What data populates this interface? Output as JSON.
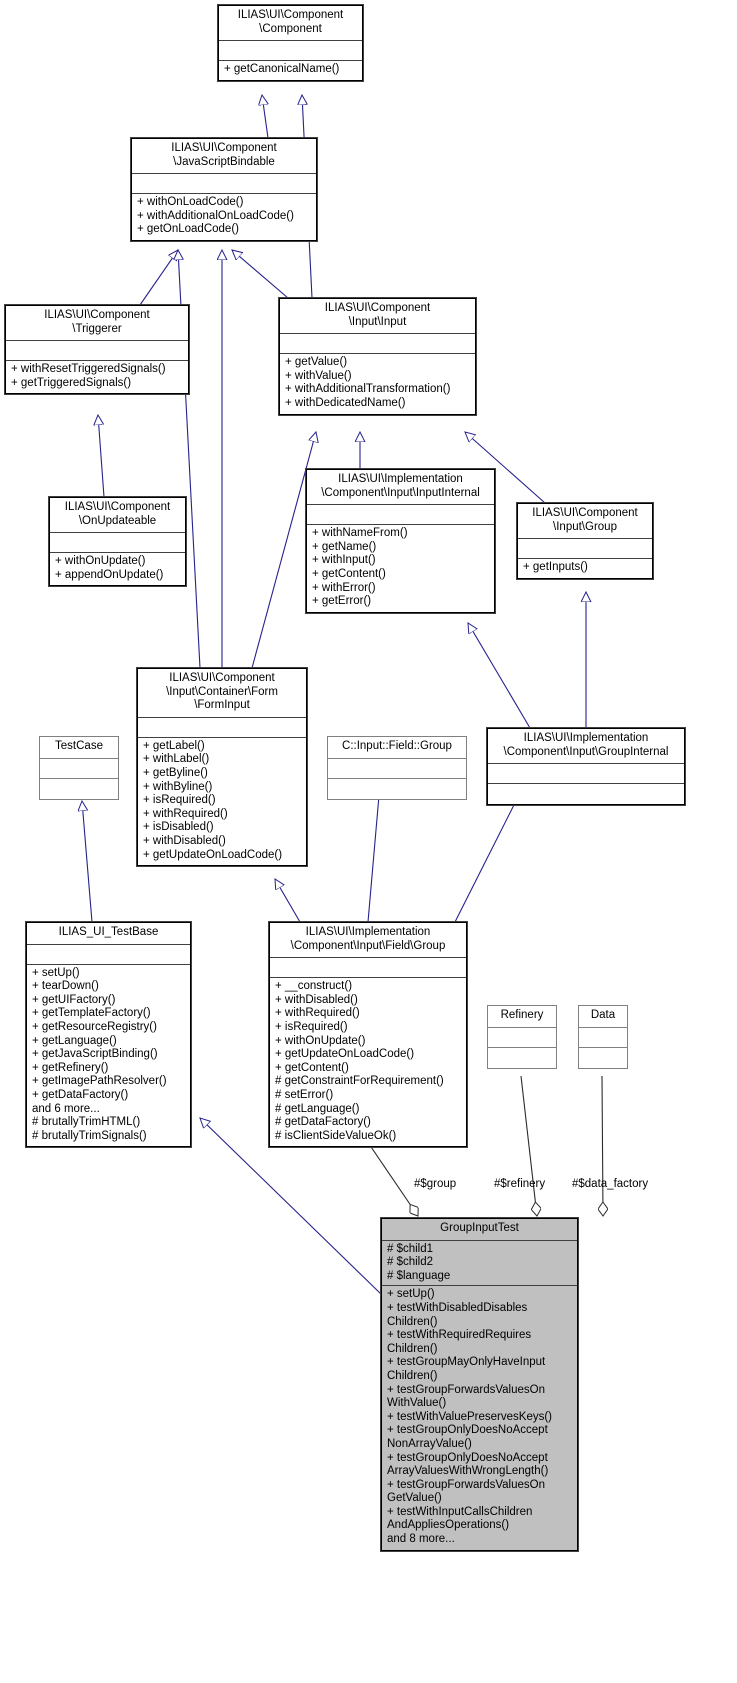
{
  "diagram": {
    "type": "uml-class-inheritance-diagram",
    "title": "GroupInputTest class hierarchy"
  },
  "classes": {
    "component": {
      "name": "ILIAS\\UI\\Component\n\\Component",
      "attributes": "",
      "operations": "+ getCanonicalName()"
    },
    "jsbindable": {
      "name": "ILIAS\\UI\\Component\n\\JavaScriptBindable",
      "attributes": "",
      "operations": "+ withOnLoadCode()\n+ withAdditionalOnLoadCode()\n+ getOnLoadCode()"
    },
    "triggerer": {
      "name": "ILIAS\\UI\\Component\n\\Triggerer",
      "attributes": "",
      "operations": "+ withResetTriggeredSignals()\n+ getTriggeredSignals()"
    },
    "input": {
      "name": "ILIAS\\UI\\Component\n\\Input\\Input",
      "attributes": "",
      "operations": "+ getValue()\n+ withValue()\n+ withAdditionalTransformation()\n+ withDedicatedName()"
    },
    "onupdateable": {
      "name": "ILIAS\\UI\\Component\n\\OnUpdateable",
      "attributes": "",
      "operations": "+ withOnUpdate()\n+ appendOnUpdate()"
    },
    "inputinternal": {
      "name": "ILIAS\\UI\\Implementation\n\\Component\\Input\\InputInternal",
      "attributes": "",
      "operations": "+ withNameFrom()\n+ getName()\n+ withInput()\n+ getContent()\n+ withError()\n+ getError()"
    },
    "componentinputgroup": {
      "name": "ILIAS\\UI\\Component\n\\Input\\Group",
      "attributes": "",
      "operations": "+ getInputs()"
    },
    "forminput": {
      "name": "ILIAS\\UI\\Component\n\\Input\\Container\\Form\n\\FormInput",
      "attributes": "",
      "operations": "+ getLabel()\n+ withLabel()\n+ getByline()\n+ withByline()\n+ isRequired()\n+ withRequired()\n+ isDisabled()\n+ withDisabled()\n+ getUpdateOnLoadCode()"
    },
    "testcase": {
      "name": "TestCase",
      "attributes": "",
      "operations": ""
    },
    "cinputfieldgroup": {
      "name": "C::Input::Field::Group",
      "attributes": "",
      "operations": ""
    },
    "groupinternal": {
      "name": "ILIAS\\UI\\Implementation\n\\Component\\Input\\GroupInternal",
      "attributes": "",
      "operations": ""
    },
    "uitestbase": {
      "name": "ILIAS_UI_TestBase",
      "attributes": "",
      "operations": "+ setUp()\n+ tearDown()\n+ getUIFactory()\n+ getTemplateFactory()\n+ getResourceRegistry()\n+ getLanguage()\n+ getJavaScriptBinding()\n+ getRefinery()\n+ getImagePathResolver()\n+ getDataFactory()\nand 6 more...\n# brutallyTrimHTML()\n# brutallyTrimSignals()"
    },
    "fieldgroup": {
      "name": "ILIAS\\UI\\Implementation\n\\Component\\Input\\Field\\Group",
      "attributes": "",
      "operations": "+ __construct()\n+ withDisabled()\n+ withRequired()\n+ isRequired()\n+ withOnUpdate()\n+ getUpdateOnLoadCode()\n+ getContent()\n# getConstraintForRequirement()\n# setError()\n# getLanguage()\n# getDataFactory()\n# isClientSideValueOk()"
    },
    "refinery": {
      "name": "Refinery",
      "attributes": "",
      "operations": ""
    },
    "datafactory": {
      "name": "Data",
      "attributes": "",
      "operations": ""
    },
    "groupinputtest": {
      "name": "GroupInputTest",
      "attributes": "# $child1\n# $child2\n# $language",
      "operations": "+ setUp()\n+ testWithDisabledDisables\nChildren()\n+ testWithRequiredRequires\nChildren()\n+ testGroupMayOnlyHaveInput\nChildren()\n+ testGroupForwardsValuesOn\nWithValue()\n+ testWithValuePreservesKeys()\n+ testGroupOnlyDoesNoAccept\nNonArrayValue()\n+ testGroupOnlyDoesNoAccept\nArrayValuesWithWrongLength()\n+ testGroupForwardsValuesOn\nGetValue()\n+ testWithInputCallsChildren\nAndAppliesOperations()\nand 8 more..."
    }
  },
  "edge_labels": [
    {
      "id": "group",
      "text": "#$group"
    },
    {
      "id": "refinery",
      "text": "#$refinery"
    },
    {
      "id": "data_factory",
      "text": "#$data_factory"
    }
  ],
  "colors": {
    "edge_inheritance": "#26228c",
    "edge_association": "#2b2b2b",
    "box_border": "#404040",
    "highlight_fill": "#c0c0c0",
    "background": "#ffffff"
  }
}
